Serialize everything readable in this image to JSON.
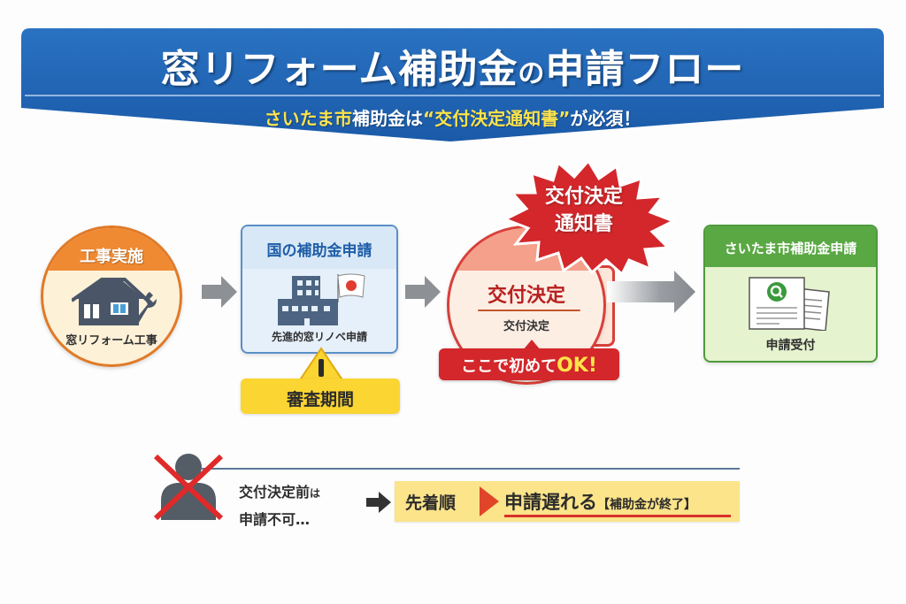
{
  "header": {
    "title_part1": "窓リフォーム補助金",
    "title_particle": "の",
    "title_part2": "申請フロー",
    "subtitle": {
      "seg1_highlight": "さいたま市",
      "seg2": "補助金は",
      "seg3_highlight": "“交付決定通知書”",
      "seg4": "が必須！"
    },
    "colors": {
      "banner": "#1f64b4",
      "highlight": "#ffe34a"
    }
  },
  "steps": [
    {
      "id": "construction",
      "header": "工事実施",
      "icon": "house-wrench-icon",
      "label": "窓リフォーム工事",
      "color": "#ef8a33"
    },
    {
      "id": "national-application",
      "header": "国の補助金申請",
      "icon": "building-japan-flag-icon",
      "label": "先進的窓リノベ申請",
      "warning": {
        "icon": "warning-icon",
        "label": "審査期間"
      },
      "color": "#1f5ea8"
    },
    {
      "id": "grant-decision",
      "burst": {
        "line1": "交付決定",
        "line2": "通知書"
      },
      "main": "交付決定",
      "sub": "交付決定",
      "badge": {
        "prefix": "ここで初めて",
        "ok": "OK!"
      },
      "color": "#d3272b"
    },
    {
      "id": "city-application",
      "header": "さいたま市補助金申請",
      "icon": "document-search-icon",
      "label": "申請受付",
      "color": "#5aa843"
    }
  ],
  "bottom": {
    "cannot_line1": "交付決定前",
    "cannot_line1_suffix": "は",
    "cannot_line2": "申請不可…",
    "first_come": "先着順",
    "late": "申請遅れる",
    "note": "【補助金が終了】"
  }
}
